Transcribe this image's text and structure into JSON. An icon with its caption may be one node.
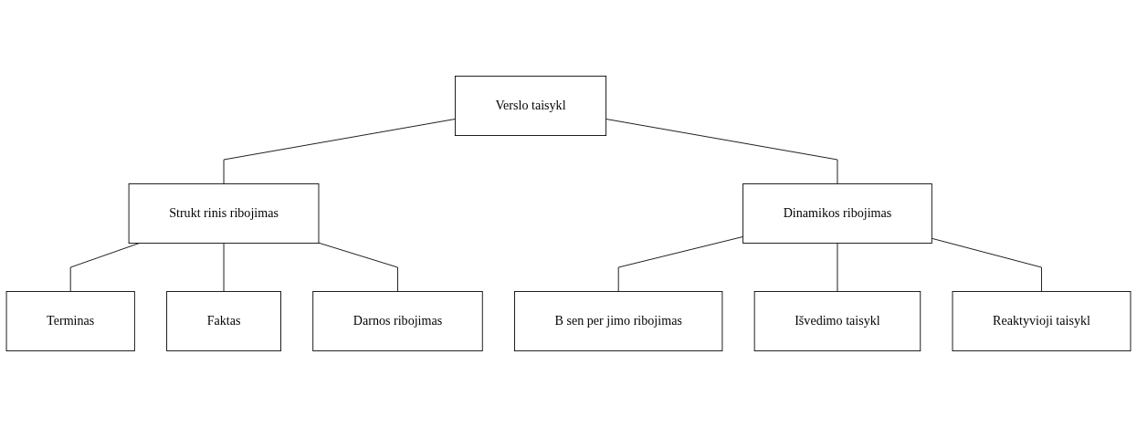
{
  "diagram": {
    "nodes": [
      {
        "text": [
          "Verslo taisykl"
        ]
      },
      {
        "text": [
          "Strukt rinis ribojimas"
        ]
      },
      {
        "text": [
          "Dinamikos ribojimas"
        ]
      },
      {
        "text": [
          "Terminas"
        ]
      },
      {
        "text": [
          "Faktas"
        ]
      },
      {
        "text": [
          "Darnos ribojimas"
        ]
      },
      {
        "text": [
          "B sen per jimo ribojimas"
        ]
      },
      {
        "text": [
          "Išvedimo taisykl"
        ]
      },
      {
        "text": [
          "Reaktyvioji taisykl"
        ]
      }
    ],
    "edges": [
      {
        "from": 0,
        "to": 1,
        "arrow": "none"
      },
      {
        "from": 0,
        "to": 2,
        "arrow": "none"
      },
      {
        "from": 1,
        "to": 3,
        "arrow": "none"
      },
      {
        "from": 1,
        "to": 4,
        "arrow": "none"
      },
      {
        "from": 1,
        "to": 5,
        "arrow": "none"
      },
      {
        "from": 2,
        "to": 6,
        "arrow": "none"
      },
      {
        "from": 2,
        "to": 7,
        "arrow": "none"
      },
      {
        "from": 2,
        "to": 8,
        "arrow": "none"
      }
    ]
  }
}
